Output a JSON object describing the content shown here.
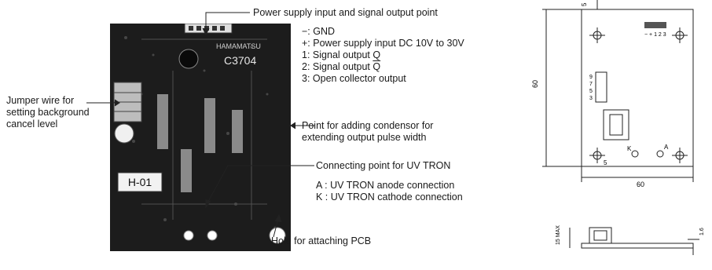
{
  "callouts": {
    "power_supply_point": "Power supply input and signal output point",
    "jumper_wire": [
      "Jumper wire for",
      "setting background",
      "cancel level"
    ],
    "condensor_point": [
      "Point for adding condensor for",
      "extending output pulse width"
    ],
    "uv_tron_point": "Connecting point for UV TRON",
    "hole": "Hole for attaching PCB"
  },
  "pin_legend": [
    {
      "pin": "−:",
      "desc": "GND"
    },
    {
      "pin": "+:",
      "desc": "Power supply input DC 10V to 30V"
    },
    {
      "pin": "1:",
      "desc": "Signal output Q"
    },
    {
      "pin": "2:",
      "desc": "Signal output",
      "overline": "Q"
    },
    {
      "pin": "3:",
      "desc": "Open collector output"
    }
  ],
  "uv_tron_legend": [
    {
      "key": "A :",
      "desc": "UV TRON anode connection"
    },
    {
      "key": "K :",
      "desc": "UV TRON cathode connection"
    }
  ],
  "board_text": {
    "model": "C3704",
    "maker": "HAMAMATSU",
    "tag": "H-01"
  },
  "drawing": {
    "dim_height": "60",
    "dim_width": "60",
    "dim_top": "5",
    "dim_side": "5",
    "dim_max_label": "15\nMAX",
    "dim_thickness": "1.6",
    "connector_label": "− + 1 2 3",
    "jumper_numbers": [
      "9",
      "7",
      "5",
      "3"
    ],
    "anode_label": "A",
    "cathode_label": "K"
  }
}
